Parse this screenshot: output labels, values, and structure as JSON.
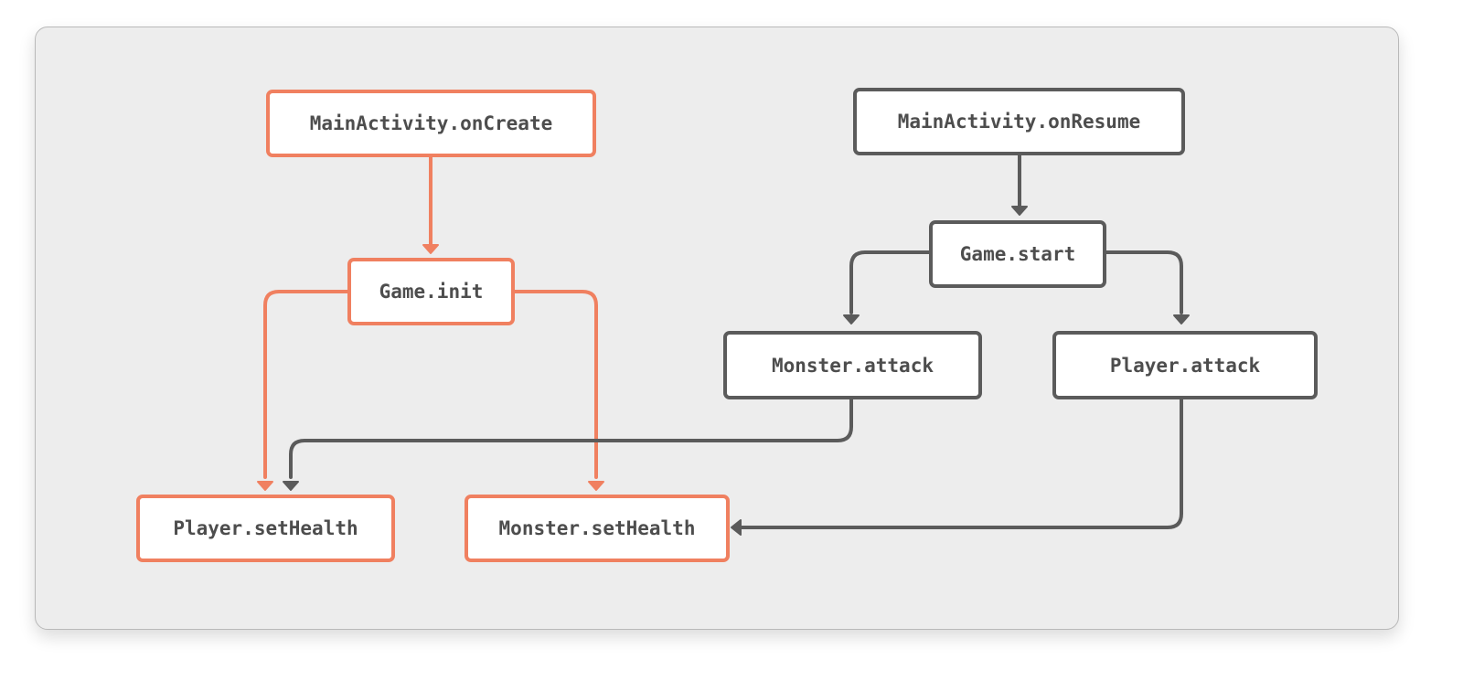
{
  "colors": {
    "highlight": "#f08060",
    "default": "#5b5b5b",
    "canvas": "#ededed",
    "text": "#4d4d4d"
  },
  "nodes": {
    "main_oncreate": {
      "label": "MainActivity.onCreate",
      "highlighted": true
    },
    "game_init": {
      "label": "Game.init",
      "highlighted": true
    },
    "player_sethealth": {
      "label": "Player.setHealth",
      "highlighted": true
    },
    "monster_sethealth": {
      "label": "Monster.setHealth",
      "highlighted": true
    },
    "main_onresume": {
      "label": "MainActivity.onResume",
      "highlighted": false
    },
    "game_start": {
      "label": "Game.start",
      "highlighted": false
    },
    "monster_attack": {
      "label": "Monster.attack",
      "highlighted": false
    },
    "player_attack": {
      "label": "Player.attack",
      "highlighted": false
    }
  },
  "edges": [
    {
      "from": "MainActivity.onCreate",
      "to": "Game.init",
      "color": "highlight"
    },
    {
      "from": "Game.init",
      "to": "Player.setHealth",
      "color": "highlight"
    },
    {
      "from": "Game.init",
      "to": "Monster.setHealth",
      "color": "highlight"
    },
    {
      "from": "MainActivity.onResume",
      "to": "Game.start",
      "color": "default"
    },
    {
      "from": "Game.start",
      "to": "Monster.attack",
      "color": "default"
    },
    {
      "from": "Game.start",
      "to": "Player.attack",
      "color": "default"
    },
    {
      "from": "Monster.attack",
      "to": "Player.setHealth",
      "color": "default"
    },
    {
      "from": "Player.attack",
      "to": "Monster.setHealth",
      "color": "default"
    }
  ]
}
